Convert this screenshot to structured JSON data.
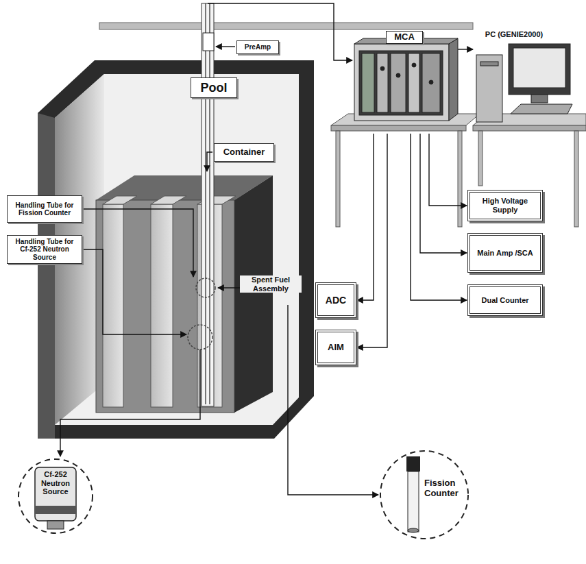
{
  "diagram": {
    "nodes": [
      {
        "text": [
          "PreAmp"
        ]
      },
      {
        "text": [
          "Pool"
        ]
      },
      {
        "text": [
          "Container"
        ]
      },
      {
        "text": [
          "Handling Tube for Fission Counter"
        ]
      },
      {
        "text": [
          "Handling Tube for Cf-252 Neutron Source"
        ]
      },
      {
        "text": [
          "MCA"
        ]
      },
      {
        "text": [
          "ADC"
        ]
      },
      {
        "text": [
          "AIM"
        ]
      },
      {
        "text": [
          "High Voltage Supply"
        ]
      },
      {
        "text": [
          "Main Amp /SCA"
        ]
      },
      {
        "text": [
          "Dual Counter"
        ]
      },
      {
        "text": [
          "Cf-252 Neutron Source"
        ]
      },
      {
        "text": [
          "Fission Counter"
        ]
      }
    ],
    "edges": [
      {
        "from": 5,
        "to": 6,
        "arrow": "to"
      },
      {
        "from": 5,
        "to": 7,
        "arrow": "to"
      },
      {
        "from": 5,
        "to": 8,
        "arrow": "to"
      },
      {
        "from": 5,
        "to": 9,
        "arrow": "to"
      },
      {
        "from": 5,
        "to": 10,
        "arrow": "to"
      }
    ],
    "labels": [
      "PC (GENIE2000)",
      "Spent Fuel Assembly"
    ]
  }
}
